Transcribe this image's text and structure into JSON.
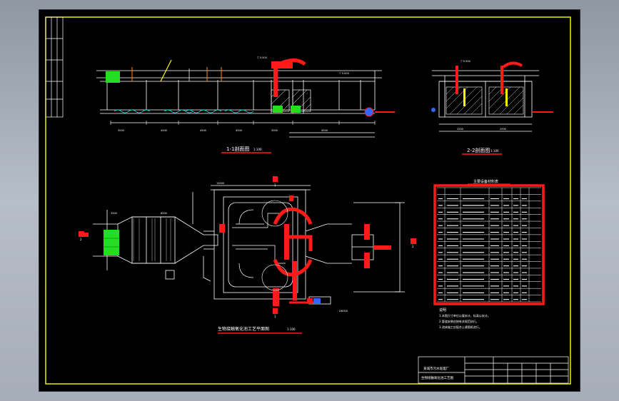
{
  "sheet": {
    "background": "#000000",
    "frame_color": "#ffff00",
    "line_color": "#ffffff",
    "accent_red": "#ff1a1a",
    "accent_green": "#22dd22",
    "accent_cyan": "#00ffff",
    "accent_blue": "#3366ff",
    "accent_orange": "#ff8800"
  },
  "sections": {
    "section_1": {
      "title": "1-1剖面图",
      "scale": "1:100"
    },
    "section_2": {
      "title": "2-2剖面图",
      "scale": "1:100"
    },
    "plan": {
      "title": "生物接触氧化池工艺平面图",
      "scale": "1:100"
    }
  },
  "markers": {
    "a": "1",
    "b": "1",
    "c": "2",
    "d": "2"
  },
  "equipment_table": {
    "title": "主要设备材料表",
    "row_count": 16
  },
  "notes": {
    "heading": "说明",
    "lines": [
      "1.本图尺寸单位以毫米计，标高以米计。",
      "2.管道安装应按有关规范执行。",
      "3.池体施工应配合土建图纸进行。"
    ]
  },
  "title_block": {
    "project": "某城市污水处理厂",
    "drawing_name": "生物接触氧化池工艺图"
  }
}
